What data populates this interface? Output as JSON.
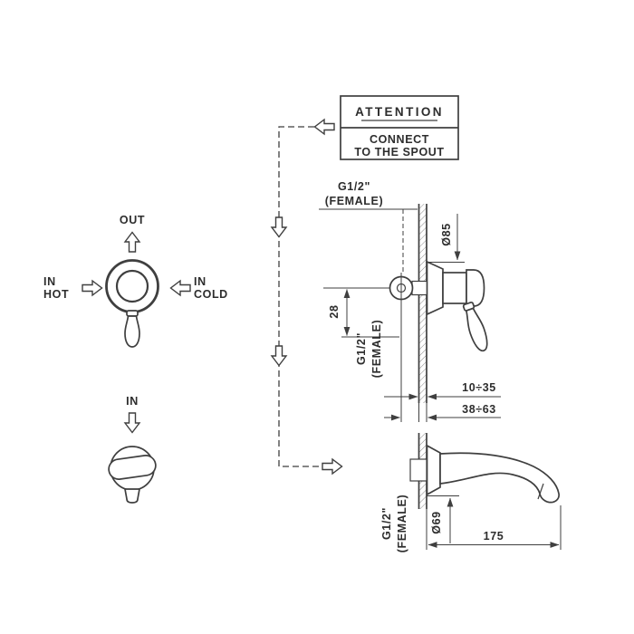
{
  "colors": {
    "line": "#3f3f3f",
    "text": "#2d2d2d",
    "background": "#ffffff"
  },
  "flow_schematic": {
    "out_label": "OUT",
    "in_hot_line1": "IN",
    "in_hot_line2": "HOT",
    "in_cold_line1": "IN",
    "in_cold_line2": "COLD",
    "in_label": "IN"
  },
  "attention_note": {
    "title": "ATTENTION",
    "body_line1": "CONNECT",
    "body_line2": "TO THE SPOUT"
  },
  "mixer_view": {
    "top_thread_line1": "G1/2\"",
    "top_thread_line2": "(FEMALE)",
    "escutcheon_diameter": "Ø85",
    "axis_offset": "28",
    "outlet_thread_line1": "G1/2\"",
    "outlet_thread_line2": "(FEMALE)",
    "mounting_depth_range": "10÷35",
    "total_depth_range": "38÷63"
  },
  "spout_view": {
    "inlet_thread_line1": "G1/2\"",
    "inlet_thread_line2": "(FEMALE)",
    "flange_diameter": "Ø69",
    "projection_length": "175"
  }
}
